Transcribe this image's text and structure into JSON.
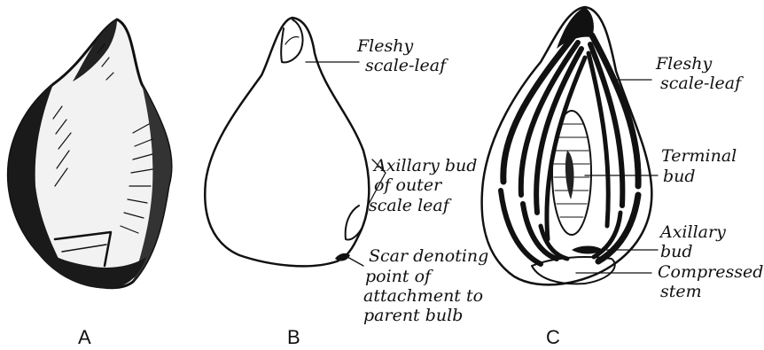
{
  "panels": [
    {
      "id": "A",
      "caption": "A"
    },
    {
      "id": "B",
      "caption": "B"
    },
    {
      "id": "C",
      "caption": "C"
    }
  ],
  "labels_b": {
    "fleshy_1": "Fleshy",
    "fleshy_2": "scale-leaf",
    "axillary_1": "Axillary bud",
    "axillary_2": "of outer",
    "axillary_3": "scale leaf",
    "scar_1": "Scar denoting",
    "scar_2": "point of",
    "scar_3": "attachment to",
    "scar_4": "parent bulb"
  },
  "labels_c": {
    "fleshy_1": "Fleshy",
    "fleshy_2": "scale-leaf",
    "terminal_1": "Terminal",
    "terminal_2": "bud",
    "axillary_1": "Axillary",
    "axillary_2": "bud",
    "stem_1": "Compressed",
    "stem_2": "stem"
  }
}
